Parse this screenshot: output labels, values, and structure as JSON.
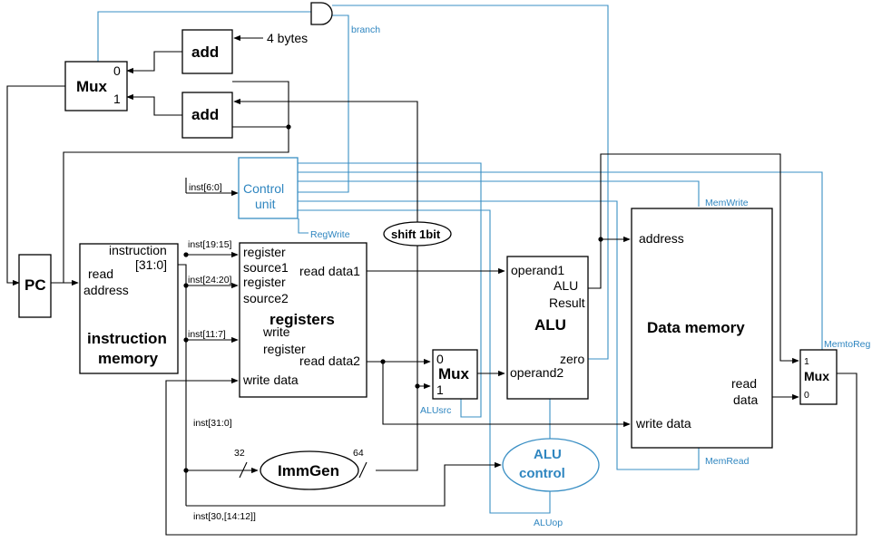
{
  "blocks": {
    "pc": "PC",
    "instr_mem_title": "instruction memory",
    "instr_mem_title_l1": "instruction",
    "instr_mem_title_l2": "memory",
    "instr_mem_out_l1": "instruction",
    "instr_mem_out_l2": "[31:0]",
    "instr_mem_in_l1": "read",
    "instr_mem_in_l2": "address",
    "add_top": "add",
    "add_bottom": "add",
    "mux_pc": "Mux",
    "mux_pc_in0": "0",
    "mux_pc_in1": "1",
    "four_bytes": "4 bytes",
    "control_l1": "Control",
    "control_l2": "unit",
    "shift": "shift 1bit",
    "registers": "registers",
    "reg_src1_l1": "register",
    "reg_src1_l2": "source1",
    "reg_src2_l1": "register",
    "reg_src2_l2": "source2",
    "reg_write_l1": "write",
    "reg_write_l2": "register",
    "reg_write_data": "write data",
    "reg_read1": "read data1",
    "reg_read2": "read data2",
    "mux_alu": "Mux",
    "mux_alu_in0": "0",
    "mux_alu_in1": "1",
    "alu": "ALU",
    "alu_op1": "operand1",
    "alu_op2": "operand2",
    "alu_res_l1": "ALU",
    "alu_res_l2": "Result",
    "alu_zero": "zero",
    "alu_ctrl_l1": "ALU",
    "alu_ctrl_l2": "control",
    "datamem": "Data memory",
    "dm_address": "address",
    "dm_write_data": "write data",
    "dm_read_l1": "read",
    "dm_read_l2": "data",
    "mux_wb": "Mux",
    "mux_wb_in1": "1",
    "mux_wb_in0": "0",
    "immgen": "ImmGen",
    "bus_32": "32",
    "bus_64": "64"
  },
  "signals": {
    "branch": "branch",
    "regwrite": "RegWrite",
    "alusrc": "ALUsrc",
    "aluop": "ALUop",
    "memwrite": "MemWrite",
    "memread": "MemRead",
    "memtoreg": "MemtoReg"
  },
  "fields": {
    "f_6_0": "inst[6:0]",
    "f_19_15": "inst[19:15]",
    "f_24_20": "inst[24:20]",
    "f_11_7": "inst[11:7]",
    "f_31_0": "inst[31:0]",
    "f_30_14_12": "inst[30,[14:12]]"
  },
  "colors": {
    "wire": "#000000",
    "control": "#3a8fc4",
    "control_text": "#2f86c0"
  }
}
